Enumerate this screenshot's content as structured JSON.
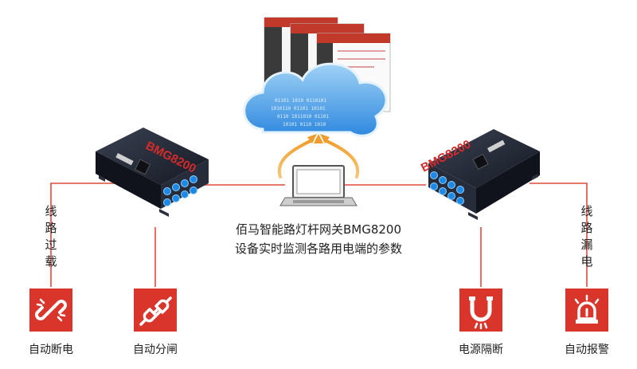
{
  "gateway_left": {
    "model": "BMG8200"
  },
  "gateway_right": {
    "model": "BMG8200"
  },
  "caption": {
    "line1": "佰马智能路灯杆网关BMG8200",
    "line2": "设备实时监测各路用电端的参数"
  },
  "left_side_label": "线路过载",
  "right_side_label": "线路漏电",
  "functions": [
    {
      "label": "自动断电",
      "icon": "broken-link-icon"
    },
    {
      "label": "自动分闸",
      "icon": "plug-icon"
    },
    {
      "label": "电源隔断",
      "icon": "magnet-icon"
    },
    {
      "label": "自动报警",
      "icon": "alarm-light-icon"
    }
  ],
  "colors": {
    "accent": "#d9352b",
    "line": "#e24a3b",
    "cloud": "#3b97e3",
    "device": "#1d2230"
  }
}
